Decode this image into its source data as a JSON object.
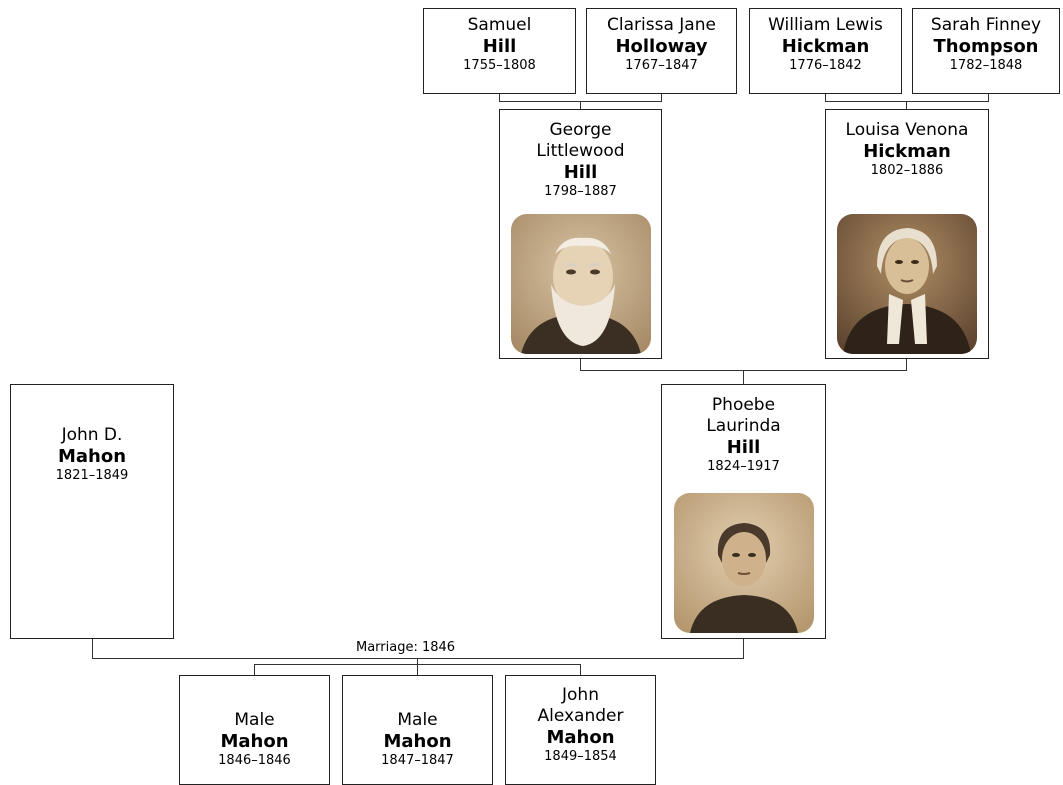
{
  "great_grandparents": [
    {
      "given": "Samuel",
      "surname": "Hill",
      "dates": "1755–1808"
    },
    {
      "given": "Clarissa Jane",
      "surname": "Holloway",
      "dates": "1767–1847"
    },
    {
      "given": "William Lewis",
      "surname": "Hickman",
      "dates": "1776–1842"
    },
    {
      "given": "Sarah Finney",
      "surname": "Thompson",
      "dates": "1782–1848"
    }
  ],
  "grandparents": [
    {
      "given_1": "George",
      "given_2": "Littlewood",
      "surname": "Hill",
      "dates": "1798–1887",
      "photo": "elderly-bearded-man-portrait"
    },
    {
      "given_1": "Louisa Venona",
      "surname": "Hickman",
      "dates": "1802–1886",
      "photo": "woman-in-bonnet-portrait"
    }
  ],
  "parents": [
    {
      "given_1": "John D.",
      "surname": "Mahon",
      "dates": "1821–1849"
    },
    {
      "given_1": "Phoebe",
      "given_2": "Laurinda",
      "surname": "Hill",
      "dates": "1824–1917",
      "photo": "woman-portrait"
    }
  ],
  "marriage_label": "Marriage: 1846",
  "children": [
    {
      "given_1": "Male",
      "surname": "Mahon",
      "dates": "1846–1846"
    },
    {
      "given_1": "Male",
      "surname": "Mahon",
      "dates": "1847–1847"
    },
    {
      "given_1": "John",
      "given_2": "Alexander",
      "surname": "Mahon",
      "dates": "1849–1854"
    }
  ],
  "colors": {
    "border": "#222222",
    "line": "#333333",
    "photo_sepia": "#c9b08c"
  }
}
